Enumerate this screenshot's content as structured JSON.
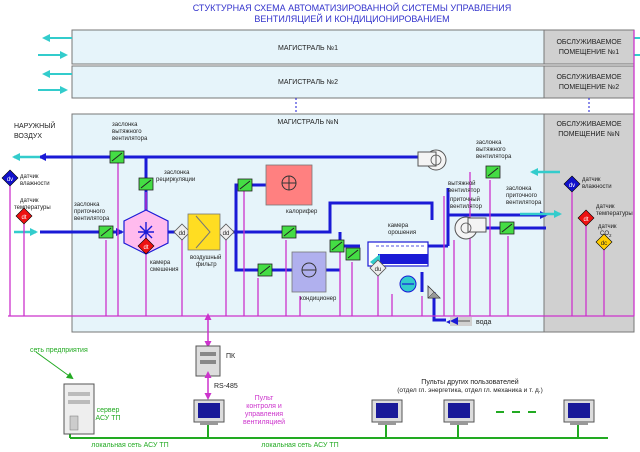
{
  "title_line1": "СТУКТУРНАЯ СХЕМА  АВТОМАТИЗИРОВАННОЙ СИСТЕМЫ УПРАВЛЕНИЯ",
  "title_line2": "ВЕНТИЛЯЦИЕЙ И КОНДИЦИОНИРОВАНИЕМ",
  "mains": {
    "m1": "МАГИСТРАЛЬ №1",
    "m2": "МАГИСТРАЛЬ №2",
    "mn": "МАГИСТРАЛЬ №N"
  },
  "rooms": {
    "r1": [
      "ОБСЛУЖИВАЕМОЕ",
      "ПОМЕЩЕНИЕ №1"
    ],
    "r2": [
      "ОБСЛУЖИВАЕМОЕ",
      "ПОМЕЩЕНИЕ №2"
    ],
    "rn": [
      "ОБСЛУЖИВАЕМОЕ",
      "ПОМЕЩЕНИЕ №N"
    ]
  },
  "outside_air": [
    "НАРУЖНЫЙ",
    "ВОЗДУХ"
  ],
  "labels": {
    "exhaust_damper": [
      "заслонка",
      "вытяжного",
      "вентилятора"
    ],
    "recirc_damper": [
      "заслонка",
      "рециркуляции"
    ],
    "supply_damper": [
      "заслонка",
      "приточного",
      "вентилятора"
    ],
    "mixing_chamber": [
      "камера",
      "смешения"
    ],
    "air_filter": [
      "воздушный",
      "фильтр"
    ],
    "heater": "калорифер",
    "conditioner": "кондиционер",
    "irrigation_chamber": [
      "камера",
      "орошения"
    ],
    "exhaust_fan": [
      "вытяжной",
      "вентилятор"
    ],
    "supply_fan": [
      "приточный",
      "вентилятор"
    ],
    "exhaust_damper_right": [
      "заслонка",
      "вытяжного",
      "вентилятора"
    ],
    "supply_damper_right": [
      "заслонка",
      "приточного",
      "вентилятора"
    ],
    "water": "вода",
    "humidity_sensor_left": [
      "датчик",
      "влажности"
    ],
    "temp_sensor_left": [
      "датчик",
      "температуры"
    ],
    "humidity_sensor_right": [
      "датчик",
      "влажности"
    ],
    "temp_sensor_right": [
      "датчик",
      "температуры"
    ],
    "co2_sensor": [
      "датчик",
      "CO"
    ],
    "co2_sub": "2"
  },
  "badges": {
    "dv": "dv",
    "dt": "dt",
    "dd": "dd",
    "du": "du",
    "dc": "dc"
  },
  "network": {
    "enterprise_net": "сеть предприятия",
    "pc": "ПК",
    "rs485": "RS-485",
    "server": [
      "сервер",
      "АСУ ТП"
    ],
    "control_panel": [
      "Пульт",
      "контроля и",
      "управления",
      "вентиляцией"
    ],
    "other_panels": [
      "Пульты других пользователей",
      "(отдел гл. энергетика, отдел гл. механика и т. д.)"
    ],
    "lan_left": "локальная сеть АСУ ТП",
    "lan_right": "локальная сеть АСУ ТП"
  },
  "colors": {
    "title": "#3333cc",
    "main_fill": "#e6f4fa",
    "room_fill": "#d0d0d0",
    "duct": "#1a1ad6",
    "signal": "#cc33cc",
    "air_arrow": "#33cccc",
    "network_green": "#22aa22",
    "damper_green": "#44dd44",
    "heater_red": "#ff8080",
    "conditioner": "#b0b0ee",
    "mixing": "#ffbbee",
    "filter": "#ffdd22",
    "sensor_red": "#ee1111",
    "sensor_blue": "#1111cc",
    "sensor_yellow": "#ffcc00"
  }
}
